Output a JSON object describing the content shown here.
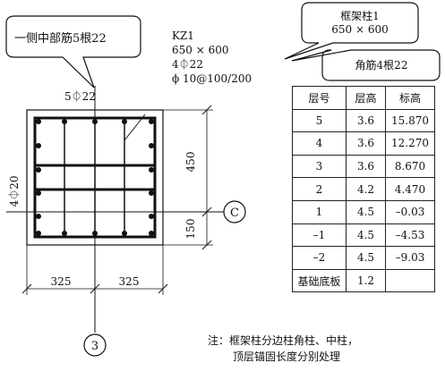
{
  "callouts": {
    "side_middle": "一侧中部筋5根22",
    "frame_column_line1": "框架柱1",
    "frame_column_line2": "650 × 600",
    "corner_bars": "角筋4根22"
  },
  "column_spec": {
    "id": "KZ1",
    "section": "650 × 600",
    "corner_rebar": "4⏀22",
    "stirrup": "ϕ 10@100/200"
  },
  "rebar_labels": {
    "top": "5⏀22",
    "left": "4⏀20"
  },
  "dimensions": {
    "upper": "450",
    "lower": "150",
    "left_width": "325",
    "right_width": "325"
  },
  "axes": {
    "horizontal": "C",
    "vertical": "3"
  },
  "table": {
    "headers": [
      "层号",
      "层高",
      "标高"
    ],
    "rows": [
      [
        "5",
        "3.6",
        "15.870"
      ],
      [
        "4",
        "3.6",
        "12.270"
      ],
      [
        "3",
        "3.6",
        "8.670"
      ],
      [
        "2",
        "4.2",
        "4.470"
      ],
      [
        "1",
        "4.5",
        "–0.03"
      ],
      [
        "–1",
        "4.5",
        "–4.53"
      ],
      [
        "–2",
        "4.5",
        "–9.03"
      ],
      [
        "基础底板",
        "1.2",
        ""
      ]
    ]
  },
  "note": {
    "line1": "注：框架柱分边柱角柱、中柱，",
    "line2": "顶层锚固长度分别处理"
  }
}
